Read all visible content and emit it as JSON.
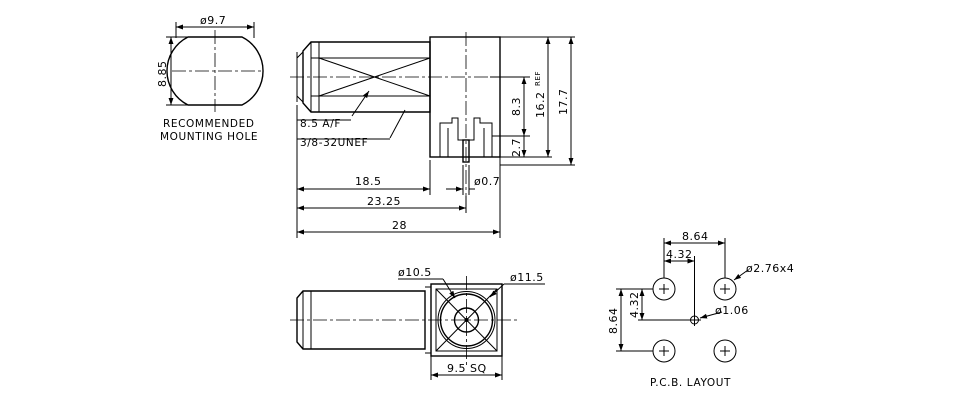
{
  "mounting_hole": {
    "diameter": "ø9.7",
    "flat": "8.85",
    "caption_line1": "RECOMMENDED",
    "caption_line2": "MOUNTING HOLE"
  },
  "side_view": {
    "af_note": "8.5 A/F",
    "thread_note": "3/8-32UNEF",
    "dim_8_3": "8.3",
    "dim_16_2": "16.2",
    "ref_sup": "REF",
    "dim_17_7": "17.7",
    "dim_2_7": "2.7",
    "dim_18_5": "18.5",
    "dim_pin": "ø0.7",
    "dim_23_25": "23.25",
    "dim_28": "28"
  },
  "top_view": {
    "dim_10_5": "ø10.5",
    "dim_11_5": "ø11.5",
    "dim_9_5_sq": "9.5 SQ"
  },
  "pcb": {
    "dim_8_64_h": "8.64",
    "dim_4_32_h": "4.32",
    "hole_large": "ø2.76x4",
    "hole_small": "ø1.06",
    "dim_8_64_v": "8.64",
    "dim_4_32_v": "4.32",
    "caption": "P.C.B. LAYOUT"
  }
}
